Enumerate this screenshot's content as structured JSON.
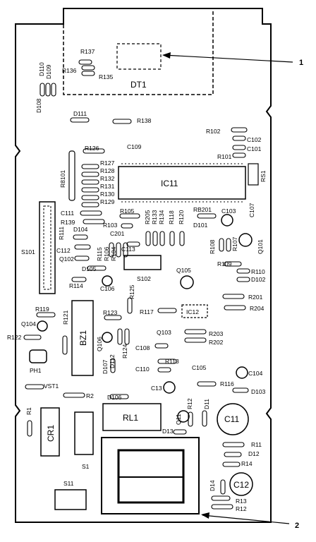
{
  "callouts": {
    "c1": "1",
    "c2": "2"
  },
  "labels": {
    "DT1": "DT1",
    "R137": "R137",
    "R136": "R136",
    "R135": "R135",
    "D110": "D110",
    "D109": "D109",
    "D108": "D108",
    "D111": "D111",
    "R138": "R138",
    "R102": "R102",
    "C102": "C102",
    "C101": "C101",
    "R101": "R101",
    "RS1": "RS1",
    "R126": "R126",
    "C109": "C109",
    "R8101": "R8101",
    "R127": "R127",
    "R128": "R128",
    "R132": "R132",
    "R131": "R131",
    "R130": "R130",
    "R129": "R129",
    "IC11": "IC11",
    "C111": "C111",
    "R139": "R139",
    "R111": "R111",
    "D104": "D104",
    "C112": "C112",
    "R105": "R105",
    "R103": "R103",
    "C201": "C201",
    "R205": "R205",
    "R133": "R133",
    "R134": "R134",
    "R118": "R118",
    "R120": "R120",
    "RB201": "RB201",
    "C103": "C103",
    "C107": "C107",
    "D101": "D101",
    "R108": "R108",
    "R107": "R107",
    "Q101": "Q101",
    "S101": "S101",
    "Q102": "Q102",
    "R115": "R115",
    "R106": "R106",
    "R104": "R104",
    "C113": "C113",
    "D105": "D105",
    "R114": "R114",
    "C106": "C106",
    "S102": "S102",
    "Q105": "Q105",
    "R109": "R109",
    "R110": "R110",
    "D102": "D102",
    "R125": "R125",
    "R201": "R201",
    "R119": "R119",
    "R121": "R121",
    "Q104": "Q104",
    "R117": "R117",
    "IC12": "IC12",
    "R204": "R204",
    "R123": "R123",
    "R122": "R122",
    "BZ1": "BZ1",
    "Q106": "Q106",
    "R124": "R124",
    "Q103": "Q103",
    "R203": "R203",
    "R202": "R202",
    "C108": "C108",
    "PH1": "PH1",
    "D107": "D107",
    "D112": "D112",
    "R113": "R113",
    "C110": "C110",
    "C105": "C105",
    "C104": "C104",
    "R116": "R116",
    "D103": "D103",
    "VST1": "VST1",
    "R2": "R2",
    "C13": "C13",
    "D106": "D106",
    "R1": "R1",
    "CR1": "CR1",
    "RL1": "RL1",
    "Q11": "Q11",
    "R12": "R12",
    "D11": "D11",
    "C11": "C11",
    "D13": "D13",
    "S1": "S1",
    "R11": "R11",
    "D12": "D12",
    "R14": "R14",
    "D14": "D14",
    "C12": "C12",
    "S11": "S11",
    "R13": "R13",
    "R12b": "R12"
  }
}
